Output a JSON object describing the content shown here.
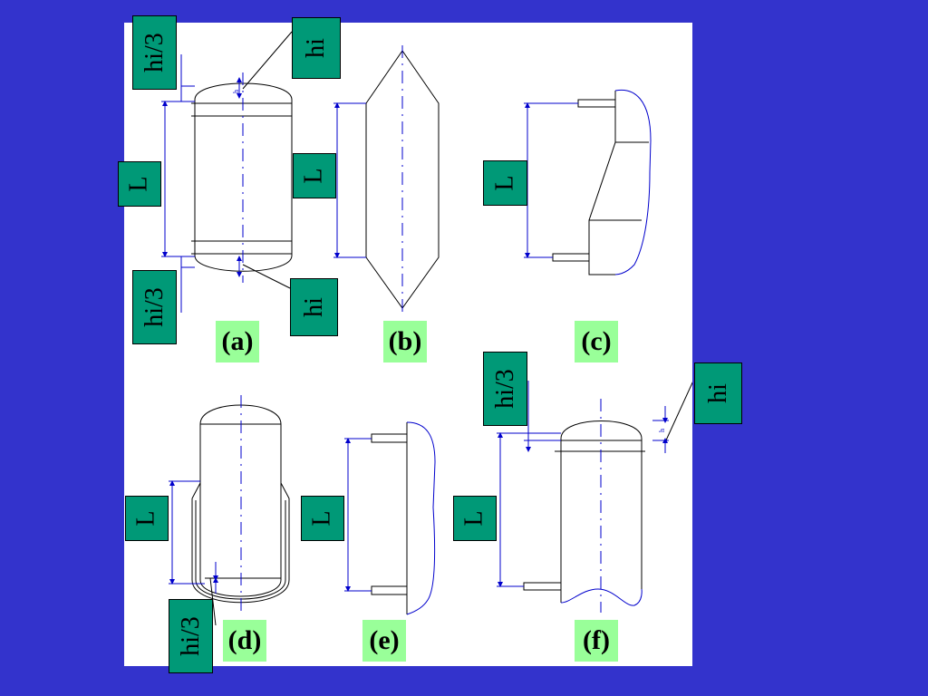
{
  "labels": {
    "hi": "hi",
    "hi3": "hi/3",
    "L": "L",
    "dim_mark": "h"
  },
  "captions": {
    "a": "(a)",
    "b": "(b)",
    "c": "(c)",
    "d": "(d)",
    "e": "(e)",
    "f": "(f)"
  },
  "colors": {
    "background": "#3333cc",
    "panel": "#ffffff",
    "tag_fill": "#009977",
    "caption_fill": "#99ff99",
    "outline": "#000000",
    "dimension": "#0000cc"
  }
}
